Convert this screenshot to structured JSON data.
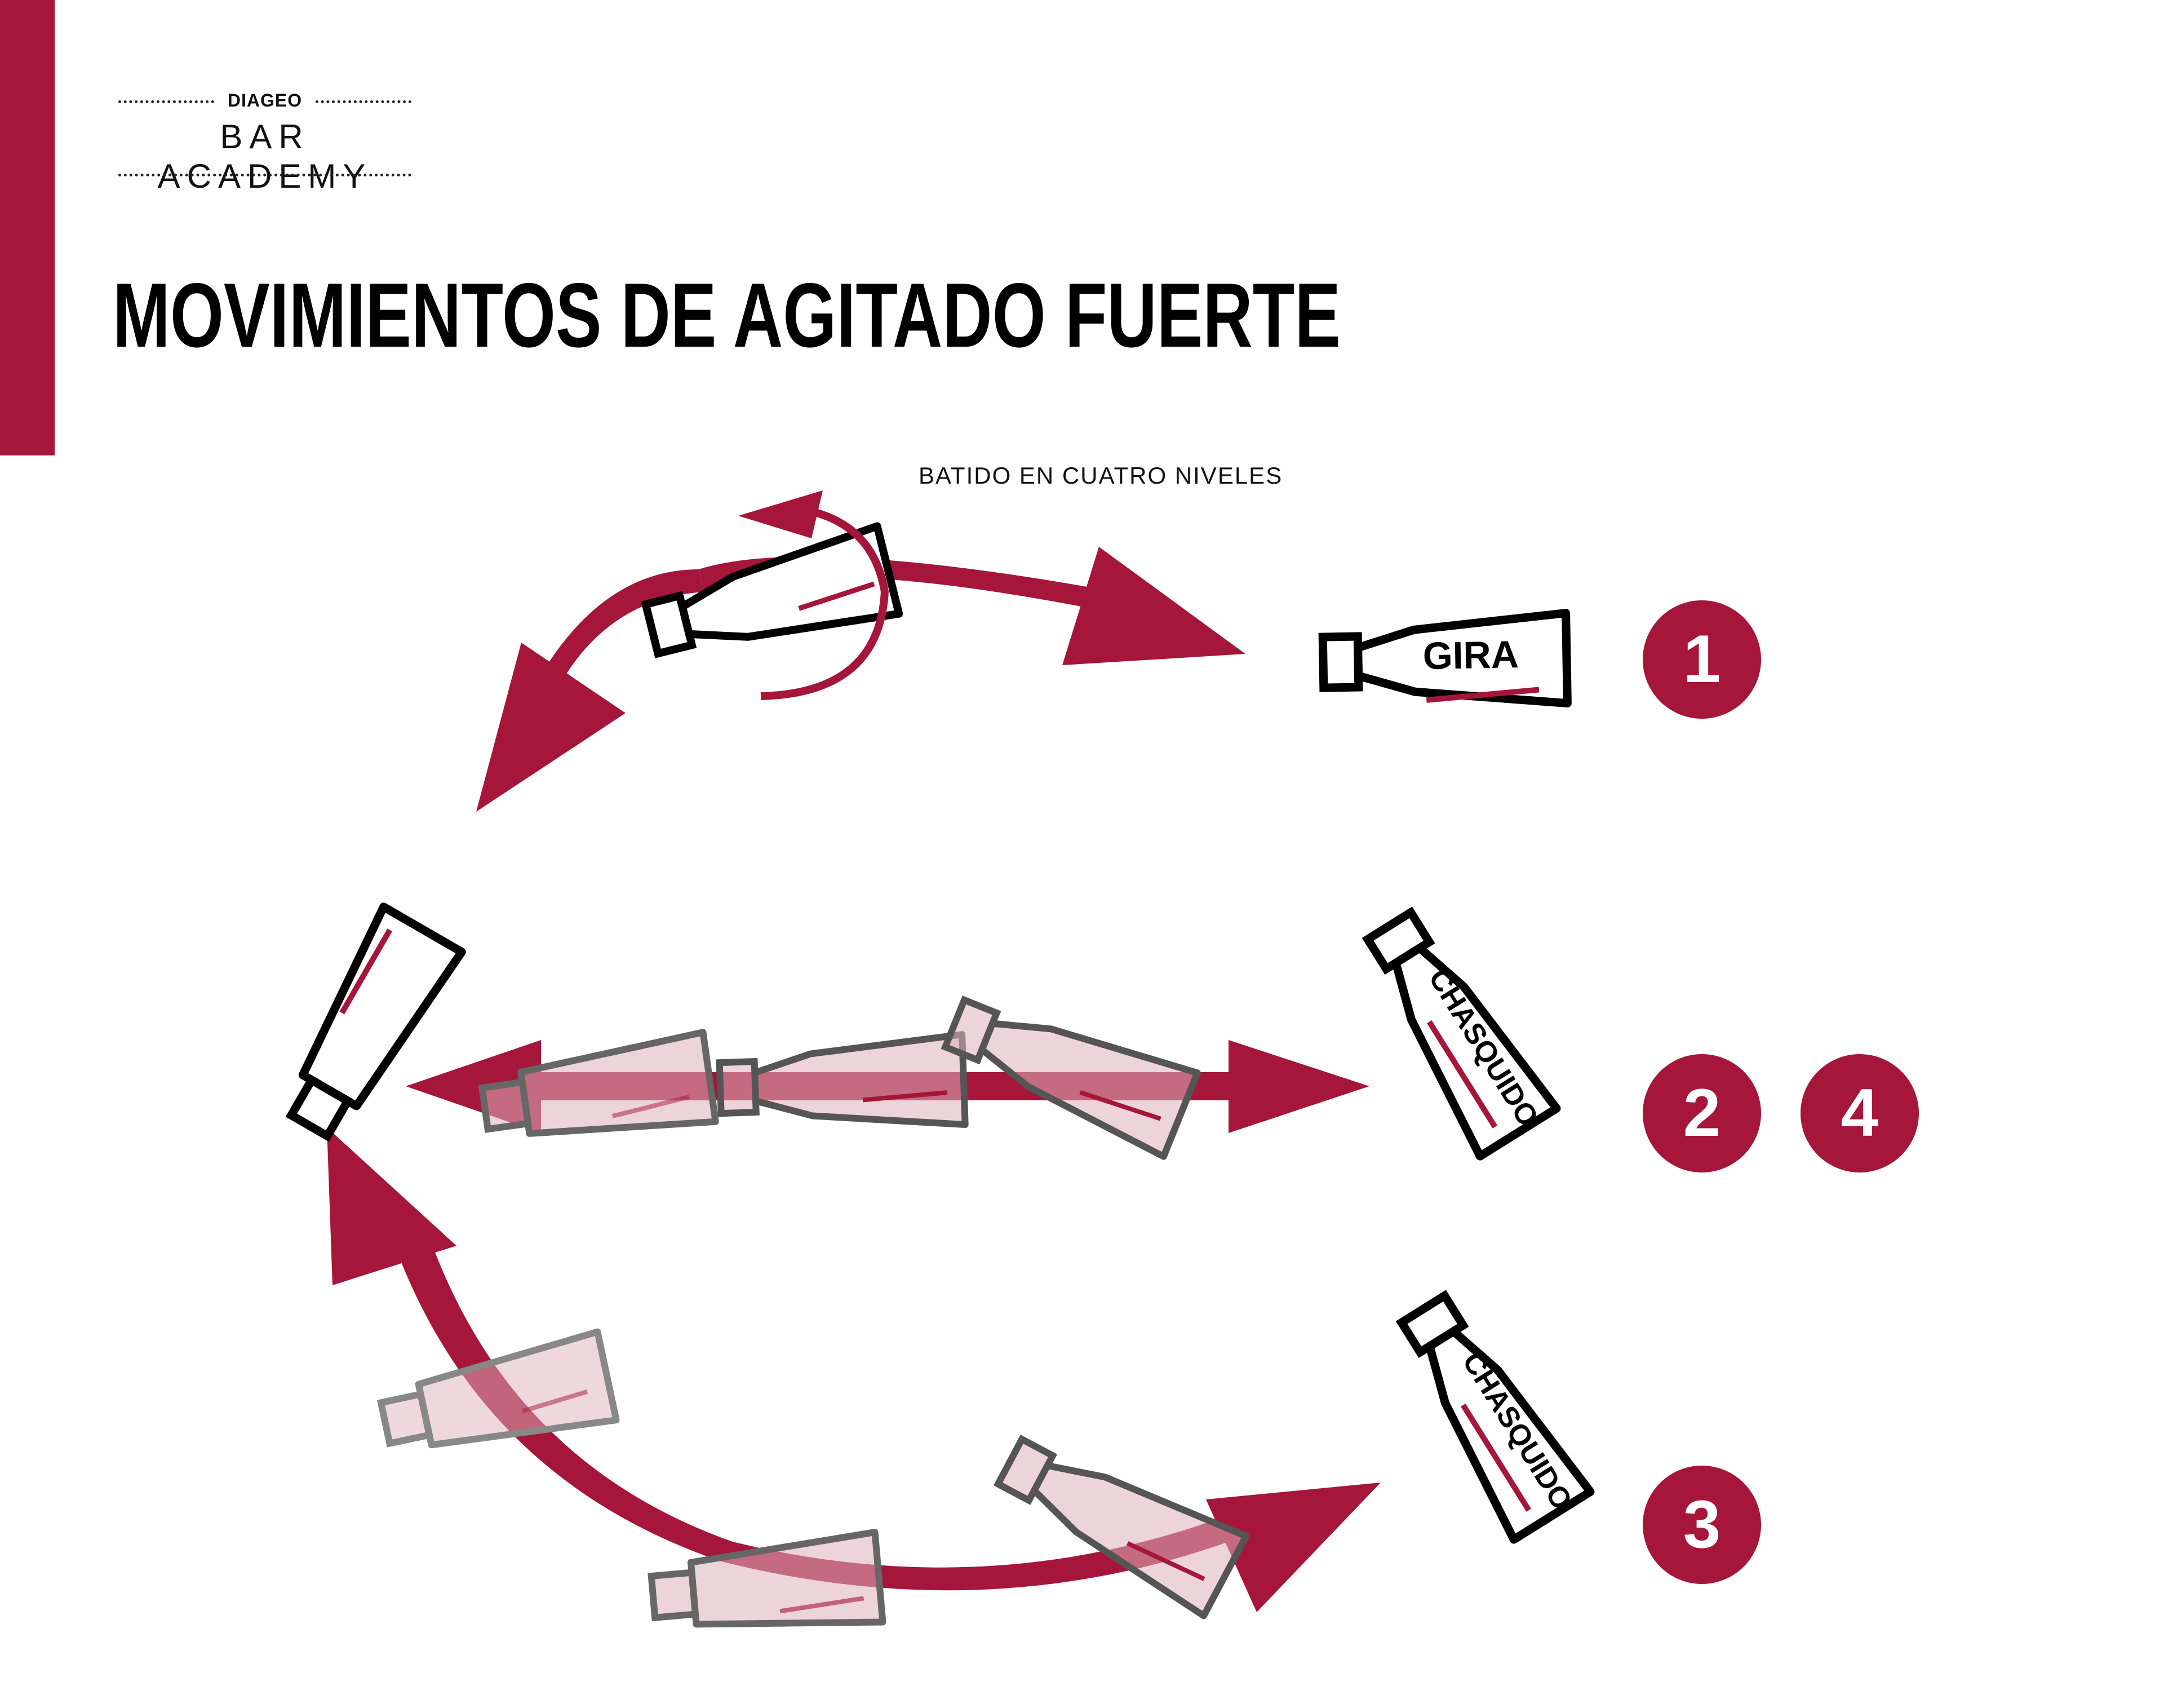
{
  "colors": {
    "accent": "#a5163a",
    "ink": "#000000",
    "faded": "#666666",
    "tint": "#dfb1bc"
  },
  "logo": {
    "brand": "DIAGEO",
    "name": "BAR ACADEMY"
  },
  "title": "MOVIMIENTOS DE AGITADO FUERTE",
  "subtitle": "BATIDO EN CUATRO NIVELES",
  "shakers": {
    "gira": "GIRA",
    "chasquido_top": "CHASQUIDO",
    "chasquido_bottom": "CHASQUIDO"
  },
  "steps": [
    {
      "label": "1"
    },
    {
      "label": "2"
    },
    {
      "label": "4"
    },
    {
      "label": "3"
    }
  ]
}
